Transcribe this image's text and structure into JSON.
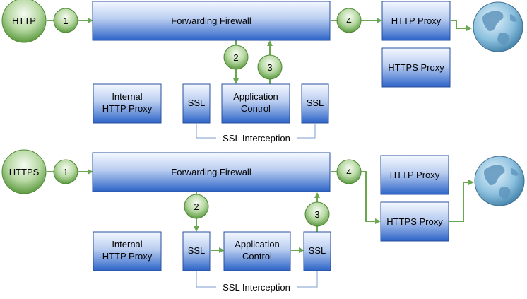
{
  "colors": {
    "box_top": "#f4f8ff",
    "box_bottom": "#2d64c8",
    "box_stroke": "#2a4f9c",
    "circle_light": "#eef7e8",
    "circle_dark": "#5c9a40",
    "circle_stroke": "#4e8a35",
    "arrow": "#6aa84f",
    "bracket": "#7f9ccf"
  },
  "icons": {
    "globe": "globe-icon"
  },
  "http_flow": {
    "source": "HTTP",
    "firewall": "Forwarding Firewall",
    "step1": "1",
    "step2": "2",
    "step3": "3",
    "step4": "4",
    "http_proxy": "HTTP Proxy",
    "https_proxy": "HTTPS Proxy",
    "internal_proxy_line1": "Internal",
    "internal_proxy_line2": "HTTP Proxy",
    "ssl_left": "SSL",
    "ssl_right": "SSL",
    "app_control_line1": "Application",
    "app_control_line2": "Control",
    "ssl_interception": "SSL Interception"
  },
  "https_flow": {
    "source": "HTTPS",
    "firewall": "Forwarding Firewall",
    "step1": "1",
    "step2": "2",
    "step3": "3",
    "step4": "4",
    "http_proxy": "HTTP Proxy",
    "https_proxy": "HTTPS Proxy",
    "internal_proxy_line1": "Internal",
    "internal_proxy_line2": "HTTP Proxy",
    "ssl_left": "SSL",
    "ssl_right": "SSL",
    "app_control_line1": "Application",
    "app_control_line2": "Control",
    "ssl_interception": "SSL Interception"
  }
}
